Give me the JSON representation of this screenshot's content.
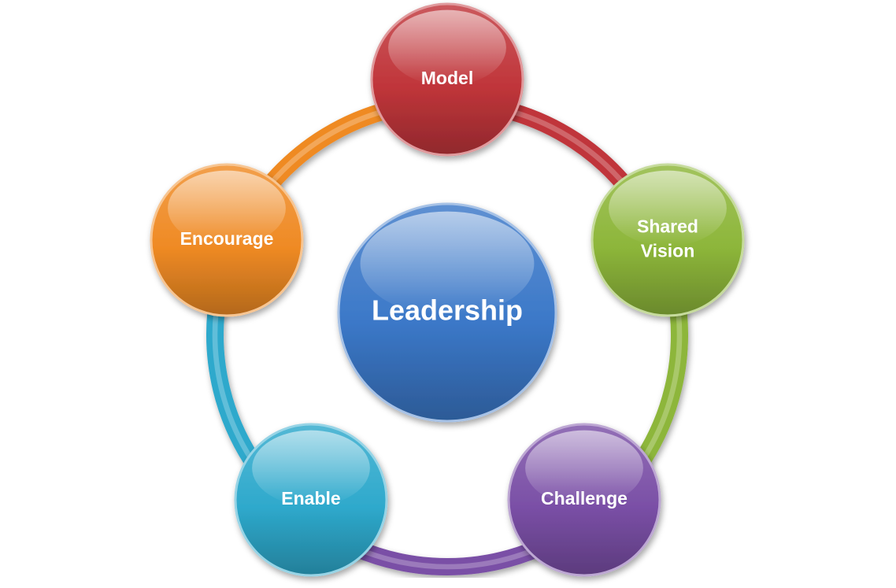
{
  "diagram": {
    "center": {
      "label": "Leadership",
      "color": "#3b78c8"
    },
    "nodes": [
      {
        "id": "model",
        "label": "Model",
        "lines": [
          "Model"
        ],
        "color": "#c0353a"
      },
      {
        "id": "shared-vision",
        "label": "Shared Vision",
        "lines": [
          "Shared",
          "Vision"
        ],
        "color": "#8db63a"
      },
      {
        "id": "challenge",
        "label": "Challenge",
        "lines": [
          "Challenge"
        ],
        "color": "#7a4fa6"
      },
      {
        "id": "enable",
        "label": "Enable",
        "lines": [
          "Enable"
        ],
        "color": "#2ea9cc"
      },
      {
        "id": "encourage",
        "label": "Encourage",
        "lines": [
          "Encourage"
        ],
        "color": "#ef8a24"
      }
    ],
    "arcs": [
      {
        "from": "model",
        "to": "shared-vision",
        "color": "#c0353a"
      },
      {
        "from": "shared-vision",
        "to": "challenge",
        "color": "#8db63a"
      },
      {
        "from": "challenge",
        "to": "enable",
        "color": "#7a4fa6"
      },
      {
        "from": "enable",
        "to": "encourage",
        "color": "#2ea9cc"
      },
      {
        "from": "encourage",
        "to": "model",
        "color": "#ef8a24"
      }
    ]
  }
}
